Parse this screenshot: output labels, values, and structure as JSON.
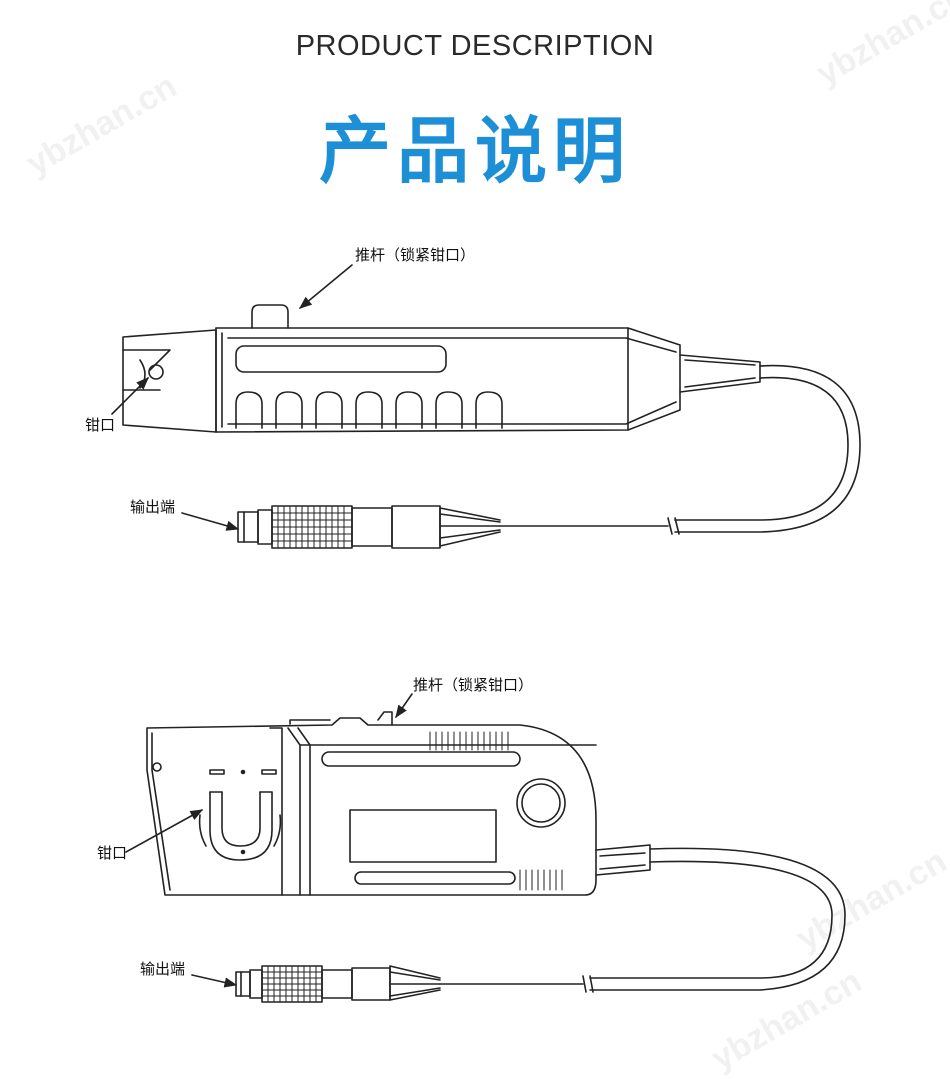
{
  "header": {
    "title_en": "PRODUCT DESCRIPTION",
    "title_cn": "产品说明"
  },
  "watermark": "ybzhan.cn",
  "diagram_top": {
    "push_rod_label": "推杆（锁紧钳口）",
    "jaw_label": "钳口",
    "output_label": "输出端"
  },
  "diagram_bottom": {
    "push_rod_label": "推杆（锁紧钳口）",
    "jaw_label": "钳口",
    "output_label": "输出端"
  },
  "colors": {
    "title_cn": "#1d8fd6",
    "title_en": "#2a2a2a",
    "line": "#222222"
  }
}
